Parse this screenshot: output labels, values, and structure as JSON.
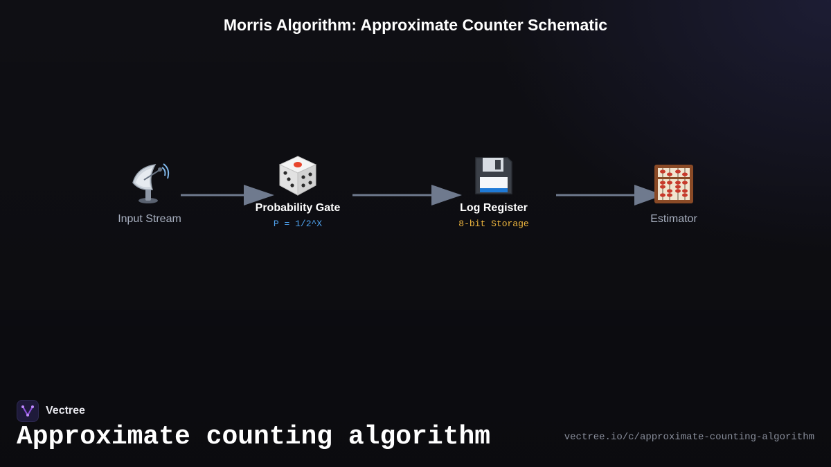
{
  "title": "Morris Algorithm: Approximate Counter Schematic",
  "nodes": [
    {
      "id": "input",
      "label": "Input Stream",
      "icon": "satellite-antenna-icon"
    },
    {
      "id": "gate",
      "label": "Probability Gate",
      "sub": "P = 1/2^X",
      "sub_color": "#4fa3f0",
      "icon": "dice-icon"
    },
    {
      "id": "register",
      "label": "Log Register",
      "sub": "8-bit Storage",
      "sub_color": "#f0b73e",
      "icon": "floppy-disk-icon"
    },
    {
      "id": "estimator",
      "label": "Estimator",
      "icon": "abacus-icon"
    }
  ],
  "edges": [
    {
      "from": "input",
      "to": "gate"
    },
    {
      "from": "gate",
      "to": "register"
    },
    {
      "from": "register",
      "to": "estimator"
    }
  ],
  "colors": {
    "background": "#0f0f14",
    "arrow": "#6f7a8e",
    "label_muted": "#a8b0c0",
    "brand_accent": "#8a4fd8"
  },
  "brand": {
    "name": "Vectree",
    "icon": "vectree-logo-icon"
  },
  "footer": {
    "title": "Approximate counting algorithm",
    "url": "vectree.io/c/approximate-counting-algorithm"
  }
}
